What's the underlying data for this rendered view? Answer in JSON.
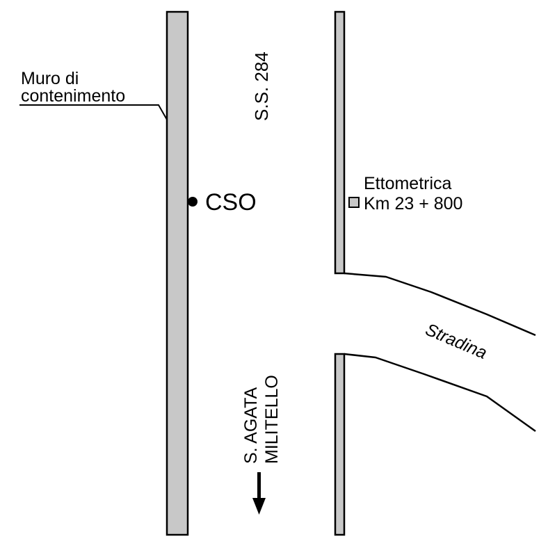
{
  "labels": {
    "wall_line1": "Muro di",
    "wall_line2": "contenimento",
    "road": "S.S. 284",
    "station": "CSO",
    "marker_line1": "Ettometrica",
    "marker_line2": "Km 23 + 800",
    "side_road": "Stradina",
    "direction_line1": "S. AGATA",
    "direction_line2": "MILITELLO"
  },
  "colors": {
    "wall_fill": "#c8c8c8",
    "stroke": "#000000",
    "background": "#ffffff"
  },
  "icons": {
    "station_point": "filled-circle",
    "marker": "square",
    "direction": "arrow-down"
  }
}
